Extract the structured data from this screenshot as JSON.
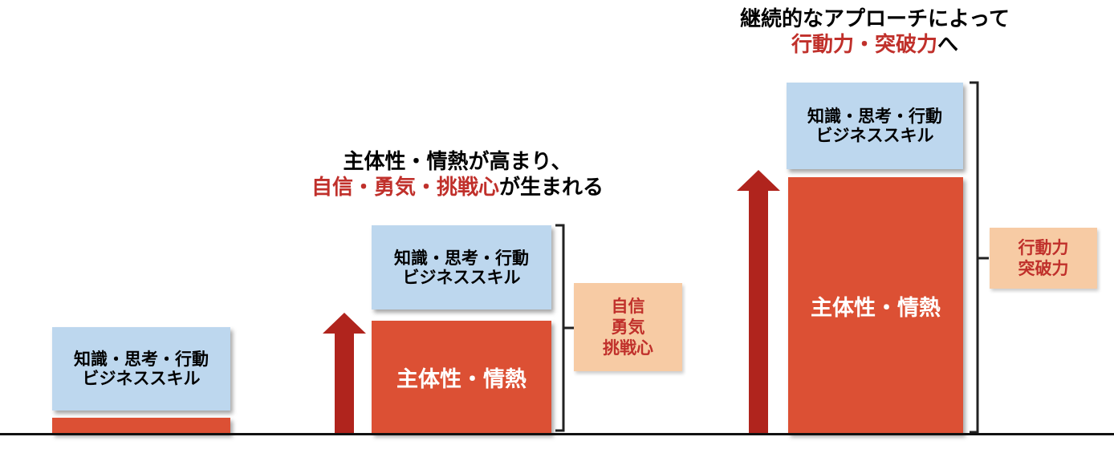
{
  "colors": {
    "blue_box": "#bdd7ee",
    "red_box": "#dc5034",
    "tan_box": "#f7cba4",
    "accent_text": "#c0302b",
    "arrow": "#b0241d"
  },
  "stage1": {
    "skills_box": "知識・思考・行動\nビジネススキル"
  },
  "stage2": {
    "heading_line1": "主体性・情熱が高まり、",
    "heading_line2_em": "自信・勇気・挑戦心",
    "heading_line2_rest": "が生まれる",
    "skills_box": "知識・思考・行動\nビジネススキル",
    "passion_box": "主体性・情熱",
    "result_box": "自信\n勇気\n挑戦心"
  },
  "stage3": {
    "heading_line1": "継続的なアプローチによって",
    "heading_line2_em": "行動力・突破力",
    "heading_line2_rest": "へ",
    "skills_box": "知識・思考・行動\nビジネススキル",
    "passion_box": "主体性・情熱",
    "result_box": "行動力\n突破力"
  }
}
